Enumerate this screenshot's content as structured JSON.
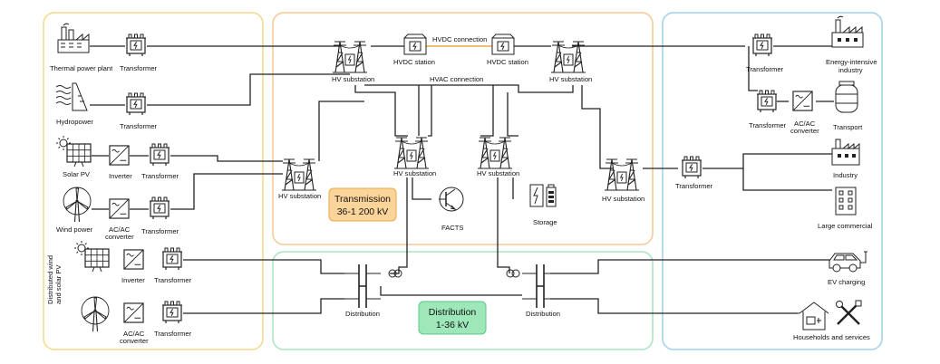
{
  "regions": {
    "generation": {
      "border": "#f2d98a"
    },
    "transmission": {
      "border": "#f5c892",
      "title": "Transmission",
      "range": "36-1 200 kV",
      "badge_fill": "#fbd49a",
      "badge_border": "#e8a84a"
    },
    "distribution": {
      "border": "#a9e3c1",
      "title": "Distribution",
      "range": "1-36 kV",
      "badge_fill": "#9ee7b9",
      "badge_border": "#5dc589"
    },
    "consumption": {
      "border": "#9fd0ee"
    }
  },
  "labels": {
    "thermal": "Thermal power plant",
    "hydro": "Hydropower",
    "solar": "Solar PV",
    "wind": "Wind power",
    "distributed_a": "Distributed wind",
    "distributed_b": "and solar PV",
    "transformer": "Transformer",
    "inverter": "Inverter",
    "acac_a": "AC/AC",
    "acac_b": "converter",
    "hv_substation": "HV substation",
    "hvdc_station": "HVDC station",
    "hvdc_connection": "HVDC connection",
    "hvac_connection": "HVAC connection",
    "facts": "FACTS",
    "storage": "Storage",
    "distribution": "Distribution",
    "energy_a": "Energy-intensive",
    "energy_b": "industry",
    "transport": "Transport",
    "industry": "Industry",
    "large_commercial": "Large commercial",
    "ev_charging": "EV charging",
    "households": "Households and services"
  },
  "icons": [
    "factory-icon",
    "dam-icon",
    "solar-panel-icon",
    "wind-turbine-icon",
    "transformer-icon",
    "inverter-icon",
    "pylon-icon",
    "hvdc-station-icon",
    "transistor-icon",
    "battery-icon",
    "gas-tank-icon",
    "building-icon",
    "car-icon",
    "house-icon",
    "tools-icon"
  ]
}
